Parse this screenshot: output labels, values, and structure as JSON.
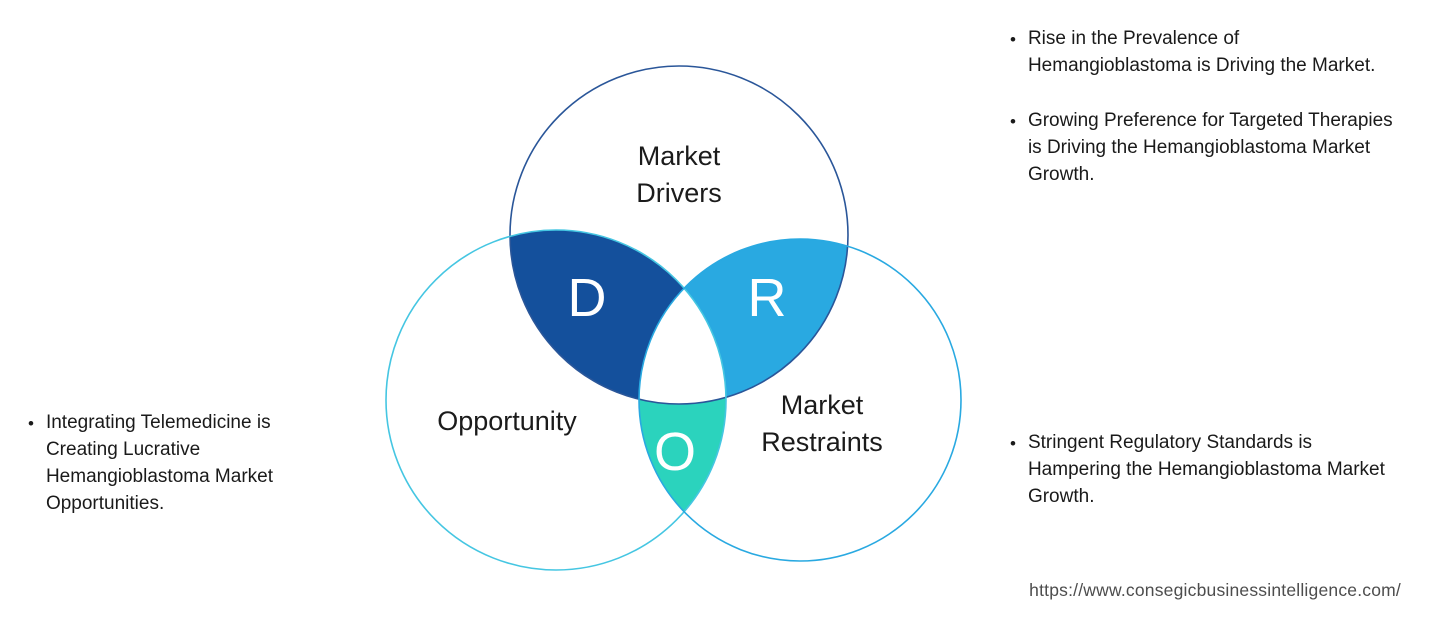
{
  "ui": {
    "bullet_char": "•"
  },
  "venn": {
    "letters": {
      "d": "D",
      "r": "R",
      "o": "O"
    },
    "labels": {
      "drivers_line1": "Market",
      "drivers_line2": "Drivers",
      "opportunity": "Opportunity",
      "restraints_line1": "Market",
      "restraints_line2": "Restraints"
    },
    "colors": {
      "drivers_fill": "#14509c",
      "drivers_outline": "#2a5699",
      "restraints_fill": "#29a9e1",
      "restraints_outline": "#29a9e1",
      "opportunity_fill": "#2bd3bd",
      "opportunity_outline": "#45c6e2",
      "center_fill": "#ffffff"
    }
  },
  "bullets": {
    "top_right": [
      "Rise in the Prevalence of Hemangioblastoma is Driving the Market.",
      "Growing Preference for Targeted Therapies is Driving the Hemangioblastoma Market Growth."
    ],
    "left": [
      "Integrating Telemedicine is Creating Lucrative Hemangioblastoma Market Opportunities."
    ],
    "bottom_right": [
      "Stringent Regulatory Standards is Hampering the Hemangioblastoma Market Growth."
    ]
  },
  "footer": {
    "url": "https://www.consegicbusinessintelligence.com/"
  }
}
